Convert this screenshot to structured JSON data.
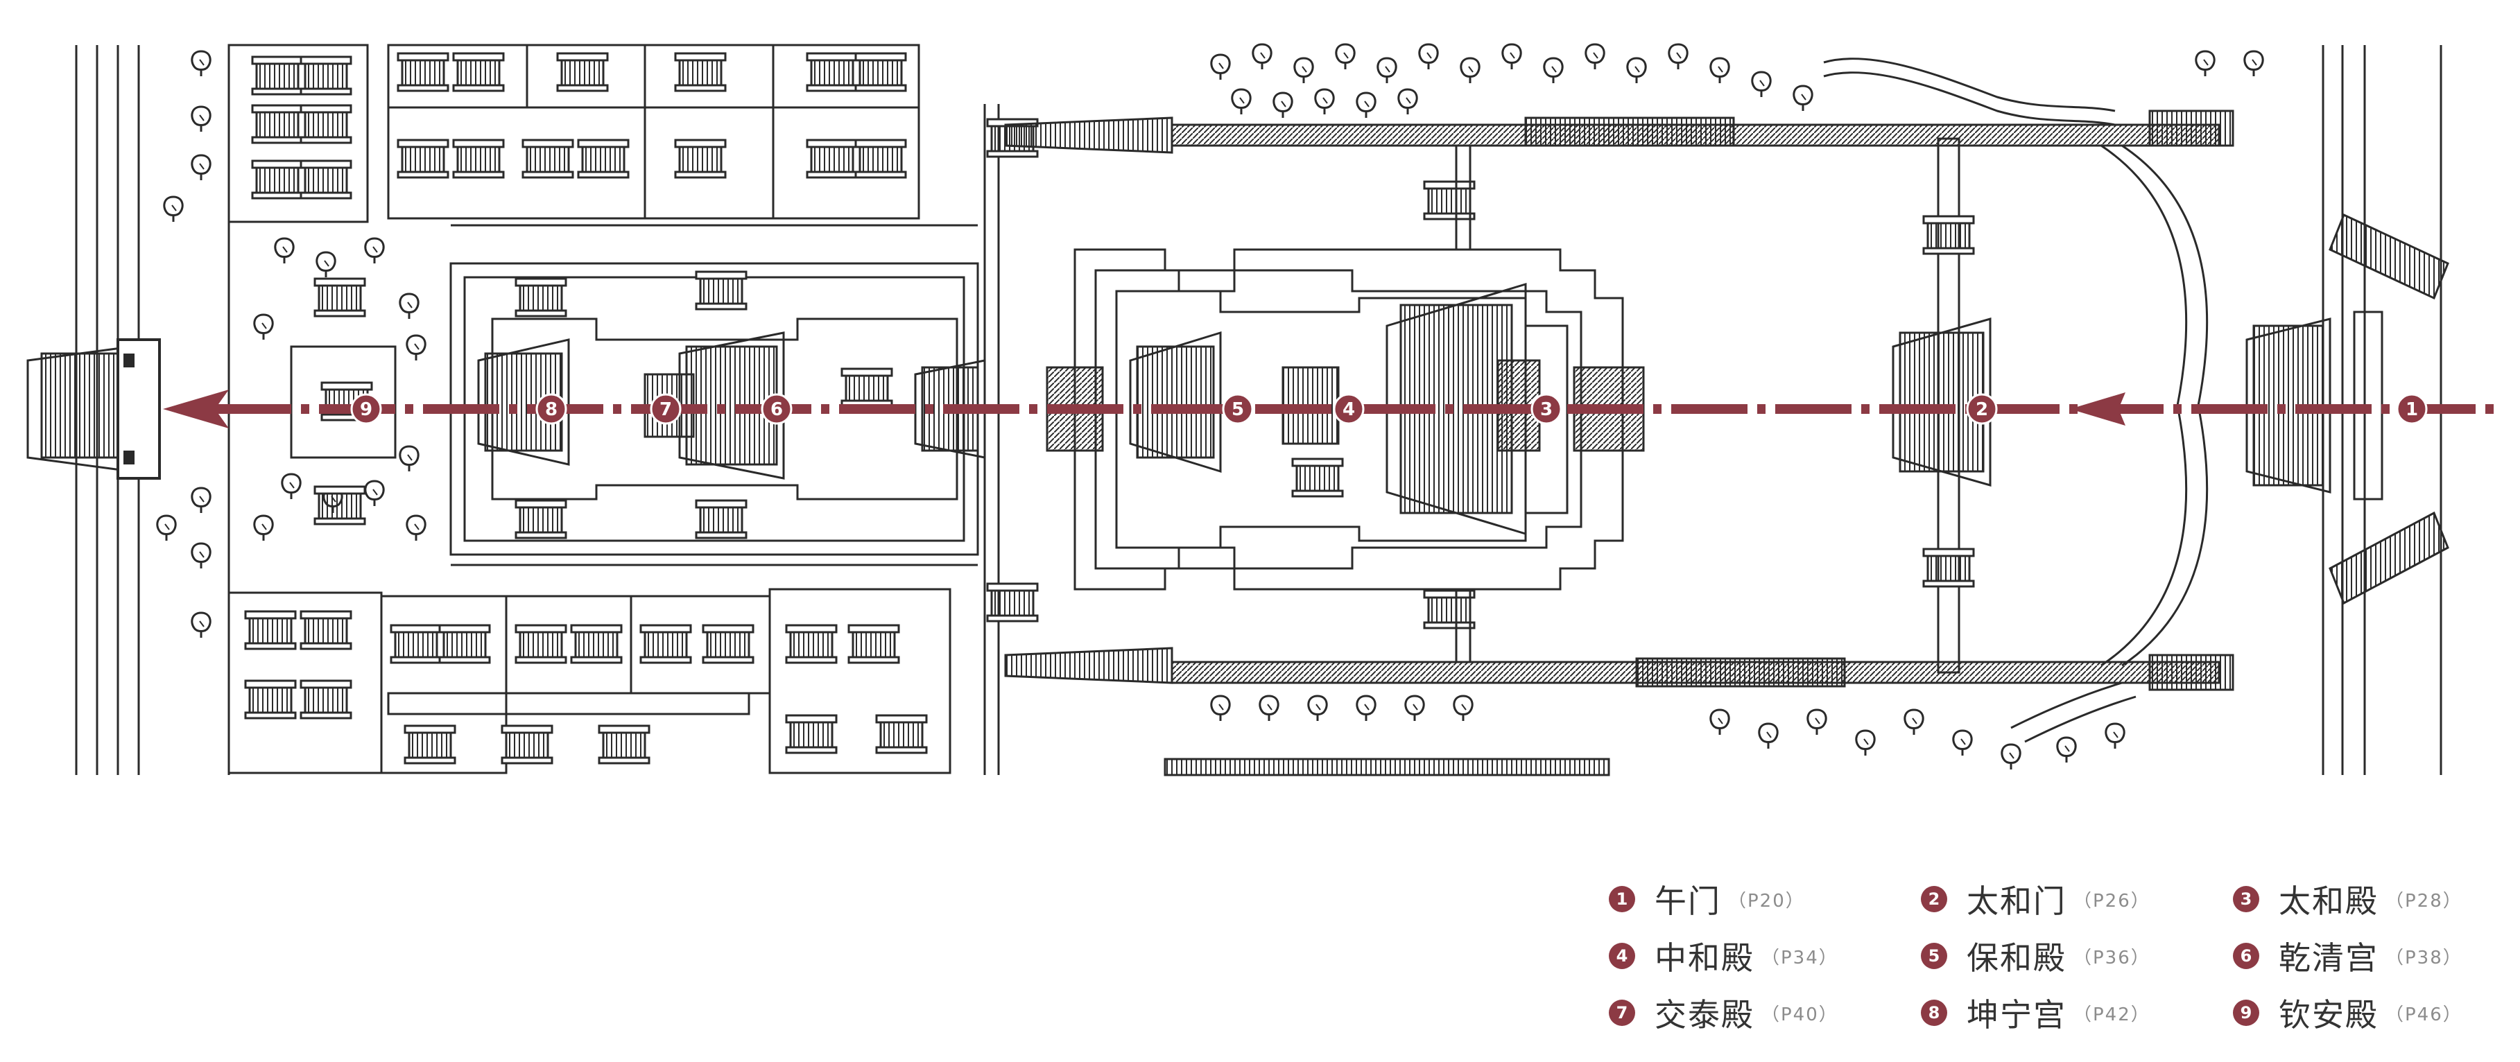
{
  "accent_color": "#8c3a44",
  "line_color": "#2a2a2a",
  "stations": [
    {
      "num": "1",
      "name": "午门",
      "page": "（P20）"
    },
    {
      "num": "2",
      "name": "太和门",
      "page": "（P26）"
    },
    {
      "num": "3",
      "name": "太和殿",
      "page": "（P28）"
    },
    {
      "num": "4",
      "name": "中和殿",
      "page": "（P34）"
    },
    {
      "num": "5",
      "name": "保和殿",
      "page": "（P36）"
    },
    {
      "num": "6",
      "name": "乾清宫",
      "page": "（P38）"
    },
    {
      "num": "7",
      "name": "交泰殿",
      "page": "（P40）"
    },
    {
      "num": "8",
      "name": "坤宁宫",
      "page": "（P42）"
    },
    {
      "num": "9",
      "name": "钦安殿",
      "page": "（P46）"
    }
  ]
}
